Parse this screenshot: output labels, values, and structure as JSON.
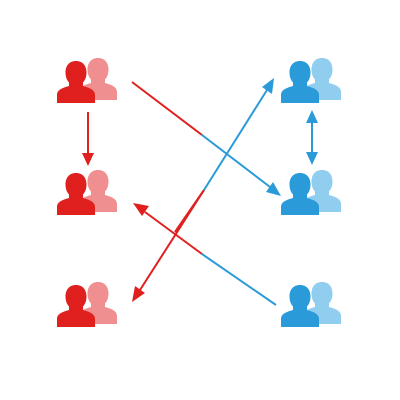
{
  "colors": {
    "red_dark": "#e0201f",
    "red_light": "#f08f90",
    "blue_dark": "#2a9ad9",
    "blue_light": "#90cdee",
    "background": "#ffffff"
  },
  "nodes": [
    {
      "id": "red-group-1",
      "color": "red",
      "icon": "user-group-icon"
    },
    {
      "id": "red-group-2",
      "color": "red",
      "icon": "user-group-icon"
    },
    {
      "id": "red-group-3",
      "color": "red",
      "icon": "user-group-icon"
    },
    {
      "id": "blue-group-1",
      "color": "blue",
      "icon": "user-group-icon"
    },
    {
      "id": "blue-group-2",
      "color": "blue",
      "icon": "user-group-icon"
    },
    {
      "id": "blue-group-3",
      "color": "blue",
      "icon": "user-group-icon"
    }
  ],
  "edges": [
    {
      "from": "red-group-1",
      "to": "red-group-2",
      "color": "red",
      "direction": "forward"
    },
    {
      "from": "red-group-1",
      "to": "blue-group-2",
      "color": "gradient-red-blue",
      "direction": "forward"
    },
    {
      "from": "red-group-2",
      "to": "blue-group-1",
      "color": "gradient-red-blue",
      "direction": "forward"
    },
    {
      "from": "blue-group-1",
      "to": "red-group-3",
      "color": "red",
      "direction": "forward"
    },
    {
      "from": "blue-group-1",
      "to": "blue-group-2",
      "color": "blue",
      "direction": "both"
    },
    {
      "from": "blue-group-3",
      "to": "red-group-2",
      "color": "gradient-blue-red",
      "direction": "forward"
    }
  ]
}
